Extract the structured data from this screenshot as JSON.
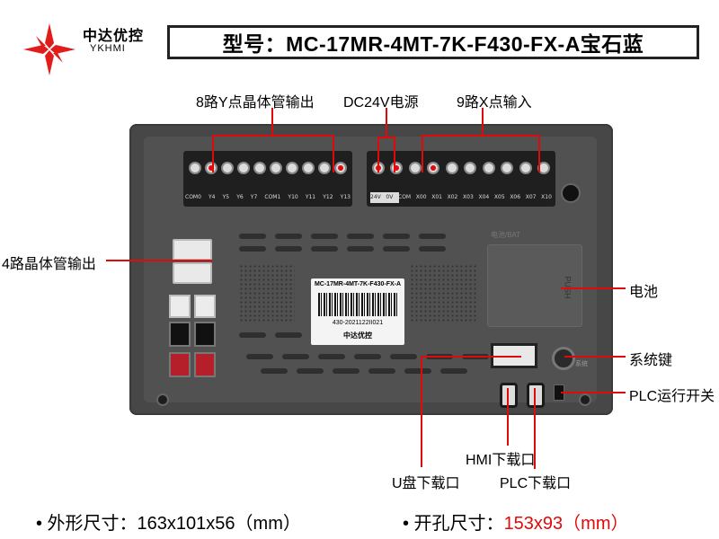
{
  "brand": {
    "name_cn": "中达优控",
    "name_en": "YKHMI"
  },
  "model_title": "型号：MC-17MR-4MT-7K-F430-FX-A宝石蓝",
  "callouts": {
    "y_outputs": "8路Y点晶体管输出",
    "dc24v": "DC24V电源",
    "x_inputs": "9路X点输入",
    "transistor_outputs": "4路晶体管输出",
    "battery": "电池",
    "system_key": "系统键",
    "plc_switch": "PLC运行开关",
    "hmi_download": "HMI下载口",
    "usb_download": "U盘下载口",
    "plc_download": "PLC下载口"
  },
  "device": {
    "y_terminal_labels": [
      "COM0",
      "Y4",
      "Y5",
      "Y6",
      "Y7",
      "COM1",
      "Y10",
      "Y11",
      "Y12",
      "Y13"
    ],
    "power_labels": [
      "24V",
      "0V"
    ],
    "x_terminal_labels": [
      "COM",
      "X00",
      "X01",
      "X02",
      "X03",
      "X04",
      "X05",
      "X06",
      "X07",
      "X10"
    ],
    "sticker_model": "MC-17MR-4MT-7K-F430-FX-A",
    "sticker_serial": "430-2021122II021",
    "sticker_brand": "中达优控",
    "battery_cover_text": "PUSH",
    "battery_area_label": "电池/BAT",
    "system_label": "系统"
  },
  "footer": {
    "outer_size_label": "• 外形尺寸：163x101x56（mm）",
    "cutout_label": "• 开孔尺寸：",
    "cutout_value": "153x93（mm）"
  },
  "colors": {
    "accent_red": "#e00a0a",
    "device_body": "#474747",
    "terminal_block": "#1f1f1f"
  }
}
